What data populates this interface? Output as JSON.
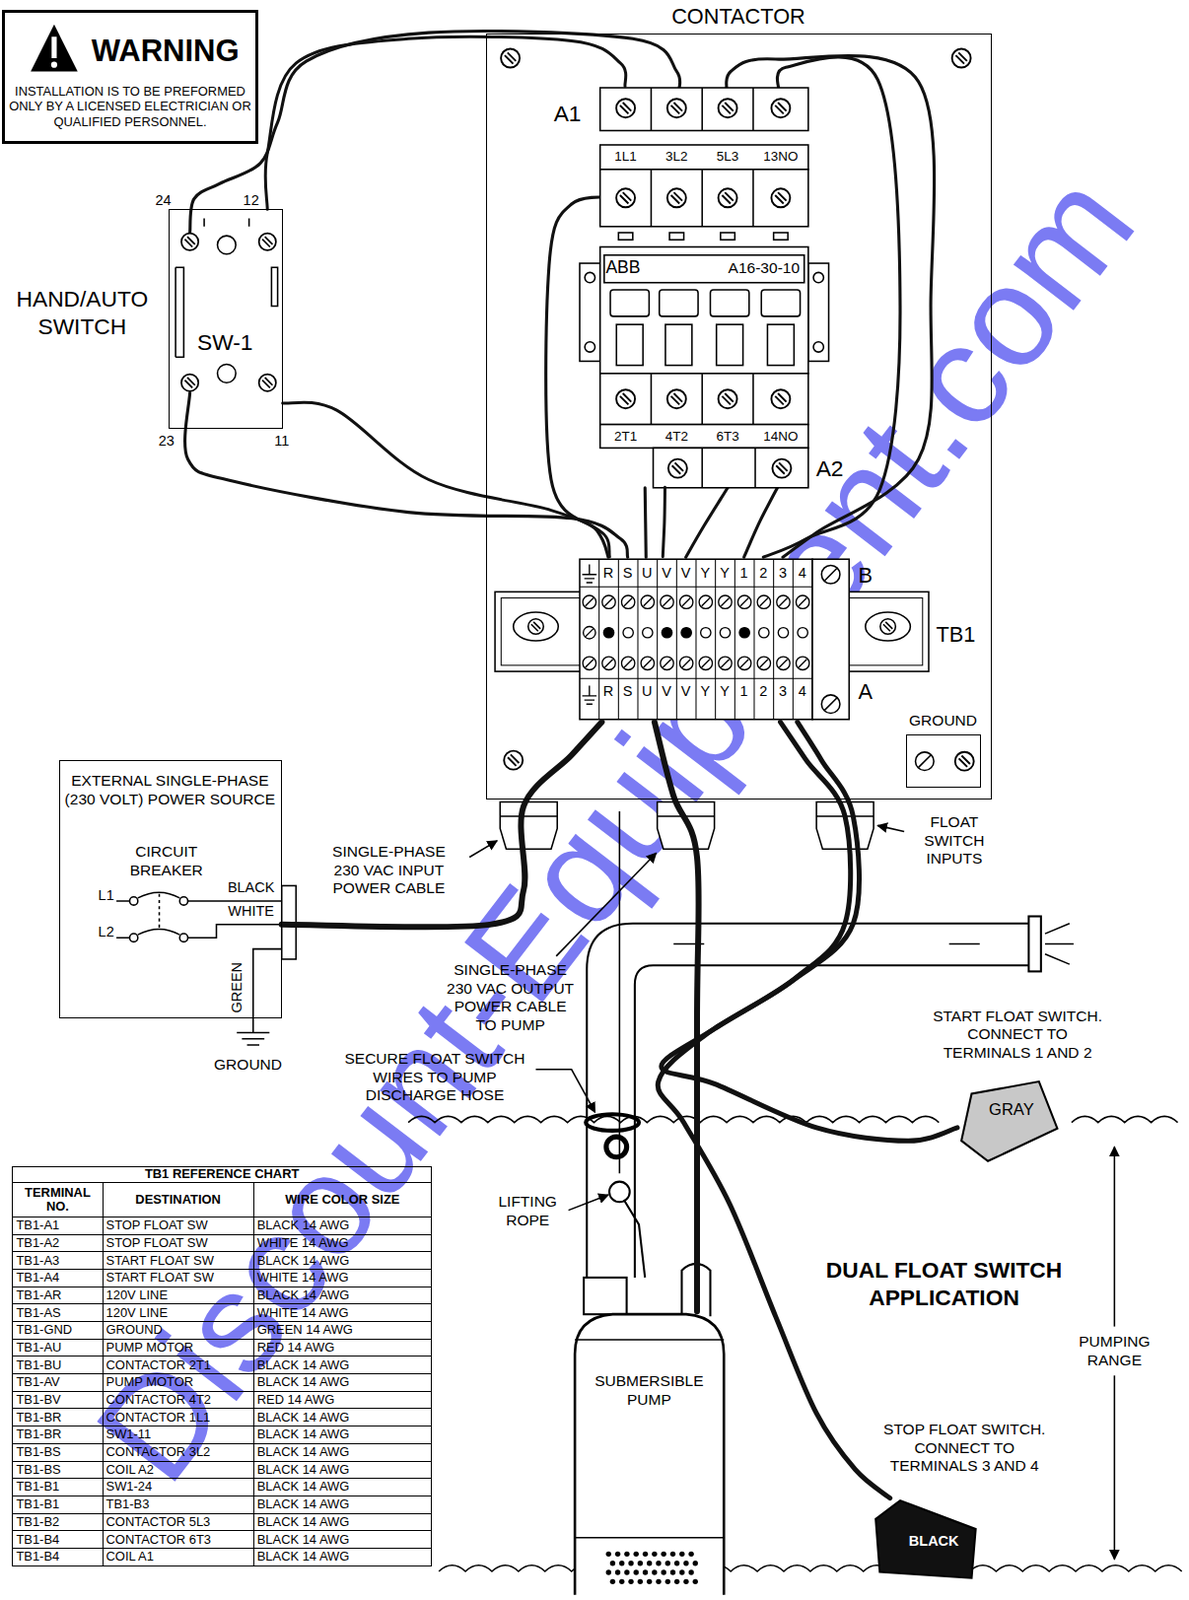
{
  "diagram": {
    "nodes": [
      {
        "text": [
          "WARNING",
          "INSTALLATION IS TO BE PREFORMED ONLY BY A LICENSED ELECTRICIAN OR QUALIFIED PERSONNEL."
        ]
      },
      {
        "text": [
          "HAND/AUTO SWITCH",
          "SW-1"
        ]
      },
      {
        "text": [
          "CONTACTOR"
        ]
      },
      {
        "text": [
          "ABB",
          "A16-30-10"
        ],
        "in": 2
      },
      {
        "text": [
          "TB1"
        ],
        "in": 2
      },
      {
        "text": [
          "GROUND"
        ],
        "in": 2
      },
      {
        "text": [
          "EXTERNAL SINGLE-PHASE (230 VOLT) POWER SOURCE"
        ]
      },
      {
        "text": [
          "SUBMERSIBLE PUMP"
        ]
      },
      {
        "text": [
          "GRAY"
        ]
      },
      {
        "text": [
          "BLACK"
        ]
      }
    ],
    "edges": [
      {
        "from": 1,
        "to": 3,
        "arrow": "none"
      },
      {
        "from": 1,
        "to": 4,
        "arrow": "none"
      },
      {
        "from": 3,
        "to": 4,
        "arrow": "none"
      },
      {
        "from": 6,
        "to": 4,
        "arrow": "none"
      },
      {
        "from": 7,
        "to": 4,
        "arrow": "none"
      },
      {
        "from": 8,
        "to": 4,
        "arrow": "none"
      },
      {
        "from": 9,
        "to": 4,
        "arrow": "none"
      }
    ],
    "labels": [
      "24",
      "12",
      "23",
      "11",
      "A1",
      "1L1",
      "3L2",
      "5L3",
      "13NO",
      "2T1",
      "4T2",
      "6T3",
      "14NO",
      "A2",
      "R",
      "S",
      "U",
      "V",
      "V",
      "Y",
      "Y",
      "1",
      "2",
      "3",
      "4",
      "B",
      "R",
      "S",
      "U",
      "V",
      "V",
      "Y",
      "Y",
      "1",
      "2",
      "3",
      "4",
      "A",
      "CIRCUIT BREAKER",
      "L1",
      "L2",
      "BLACK",
      "WHITE",
      "GREEN",
      "GROUND",
      "SINGLE-PHASE 230 VAC INPUT POWER CABLE",
      "SINGLE-PHASE 230 VAC OUTPUT POWER CABLE TO PUMP",
      "FLOAT SWITCH INPUTS",
      "START FLOAT SWITCH. CONNECT TO TERMINALS 1 AND 2",
      "SECURE FLOAT SWITCH WIRES TO PUMP DISCHARGE HOSE",
      "LIFTING ROPE",
      "DUAL FLOAT SWITCH APPLICATION",
      "PUMPING RANGE",
      "STOP FLOAT SWITCH. CONNECT TO TERMINALS 3 AND 4",
      "Discount-Equipment.com",
      "TB1 REFERENCE CHART",
      "TERMINAL NO.",
      "DESTINATION",
      "WIRE COLOR SIZE",
      "TB1-A1",
      "STOP FLOAT SW",
      "BLACK 14 AWG",
      "TB1-A2",
      "STOP FLOAT SW",
      "WHITE 14 AWG",
      "TB1-A3",
      "START FLOAT SW",
      "BLACK 14 AWG",
      "TB1-A4",
      "START FLOAT SW",
      "WHITE 14 AWG",
      "TB1-AR",
      "120V LINE",
      "BLACK 14 AWG",
      "TB1-AS",
      "120V LINE",
      "WHITE 14 AWG",
      "TB1-GND",
      "GROUND",
      "GREEN 14 AWG",
      "TB1-AU",
      "PUMP MOTOR",
      "RED 14 AWG",
      "TB1-BU",
      "CONTACTOR 2T1",
      "BLACK 14 AWG",
      "TB1-AV",
      "PUMP MOTOR",
      "BLACK 14 AWG",
      "TB1-BV",
      "CONTACTOR 4T2",
      "RED 14 AWG",
      "TB1-BR",
      "CONTACTOR 1L1",
      "BLACK 14 AWG",
      "TB1-BR",
      "SW1-11",
      "BLACK 14 AWG",
      "TB1-BS",
      "CONTACTOR 3L2",
      "BLACK 14 AWG",
      "TB1-BS",
      "COIL A2",
      "BLACK 14 AWG",
      "TB1-B1",
      "SW1-24",
      "BLACK 14 AWG",
      "TB1-B1",
      "TB1-B3",
      "BLACK 14 AWG",
      "TB1-B2",
      "CONTACTOR 5L3",
      "BLACK 14 AWG",
      "TB1-B4",
      "CONTACTOR 6T3",
      "BLACK 14 AWG",
      "TB1-B4",
      "COIL A1",
      "BLACK 14 AWG"
    ]
  }
}
